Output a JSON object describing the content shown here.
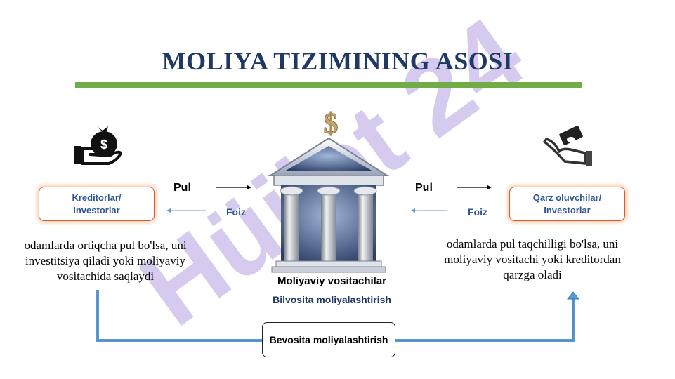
{
  "title": "MOLIYA TIZIMINING ASOSI",
  "watermark": "Hüjjet 24",
  "lenders_box": "Kreditorlar/\nInvestorlar",
  "borrowers_box": "Qarz oluvchilar/\nInvestorlar",
  "flow_left": {
    "money_label": "Pul",
    "interest_label": "Foiz"
  },
  "flow_right": {
    "money_label": "Pul",
    "interest_label": "Foiz"
  },
  "lenders_description": "odamlarda ortiqcha pul bo'lsa, uni investitsiya qiladi yoki moliyaviy vositachida saqlaydi",
  "borrowers_description": "odamlarda pul taqchilligi bo'lsa, uni moliyaviy vositachi yoki kreditordan qarzga oladi",
  "intermediary": {
    "label": "Moliyaviy vositachilar",
    "sublabel": "Bilvosita moliyalashtirish"
  },
  "direct_finance": "Bevosita moliyalashtirish",
  "icons": [
    "money-bag-hand-icon",
    "dollar-sign-icon",
    "bank-building-icon",
    "cash-hand-icon"
  ],
  "colors": {
    "title": "#1f3864",
    "title_bar": "#70ad47",
    "box_border": "#e05a2b",
    "accent_text": "#2f5597",
    "flow_line": "#5b9bd5",
    "watermark_light": "#d6c8ef",
    "watermark_dark": "#bfbfbf"
  }
}
